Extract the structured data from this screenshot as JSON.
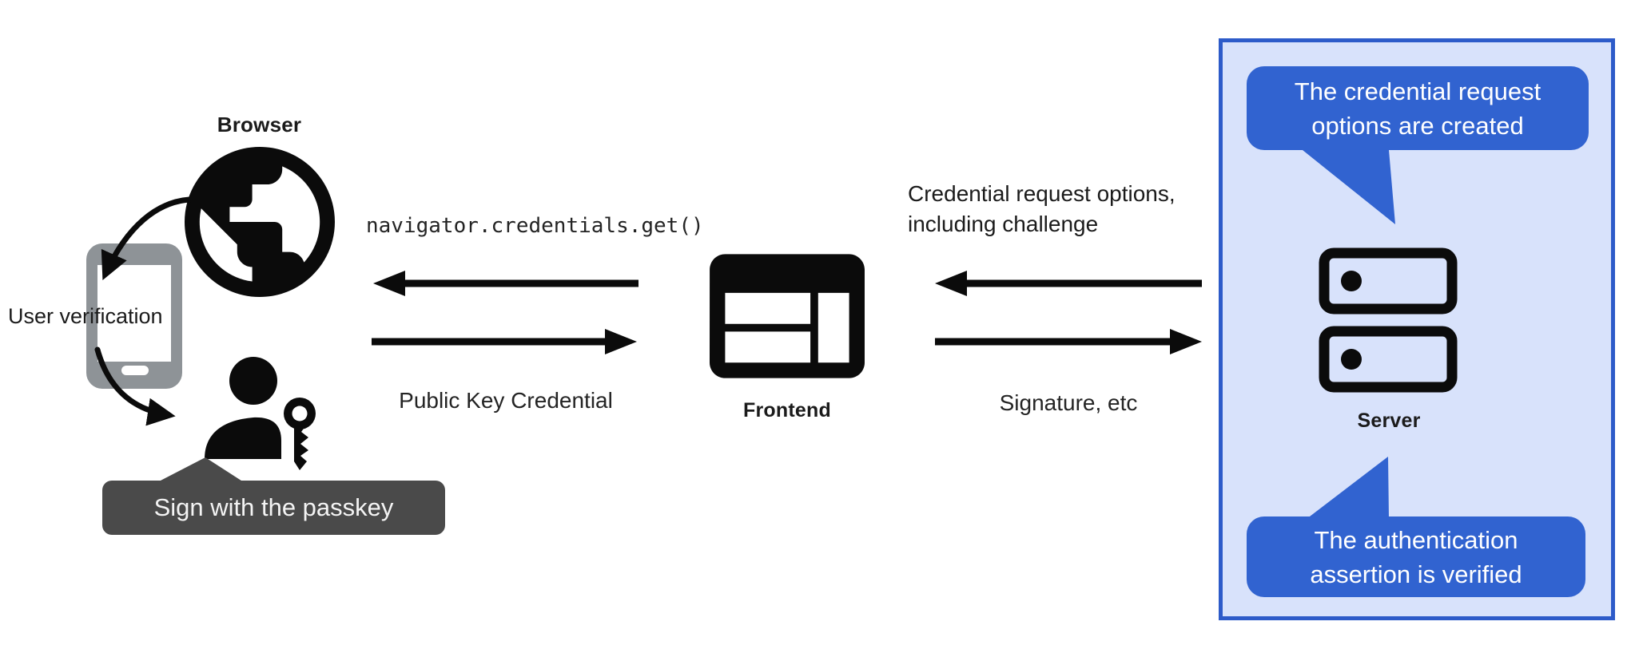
{
  "diagram": {
    "browser": {
      "label": "Browser",
      "user_verification": "User verification",
      "tooltip": "Sign with the passkey"
    },
    "frontend": {
      "label": "Frontend"
    },
    "server": {
      "label": "Server",
      "bubble_top": {
        "line1": "The credential request",
        "line2": "options are created"
      },
      "bubble_bottom": {
        "line1": "The authentication",
        "line2": "assertion is verified"
      }
    },
    "flows": {
      "get_call": "navigator.credentials.get()",
      "public_key_credential": "Public Key Credential",
      "credential_request": {
        "line1": "Credential request options,",
        "line2": "including challenge"
      },
      "signature": "Signature, etc"
    },
    "icons": {
      "globe": "globe-icon",
      "phone": "smartphone-icon",
      "person_key": "person-with-key-icon",
      "frontend_window": "browser-window-icon",
      "server_stack": "server-stack-icon"
    },
    "colors": {
      "bubble_blue": "#3163d0",
      "panel_background": "#d8e2fb",
      "panel_border": "#2d5bc9",
      "tooltip_gray": "#4a4a4a",
      "phone_gray": "#8e9397",
      "icon_black": "#0b0b0b",
      "text_black": "#1b1b1b"
    }
  }
}
